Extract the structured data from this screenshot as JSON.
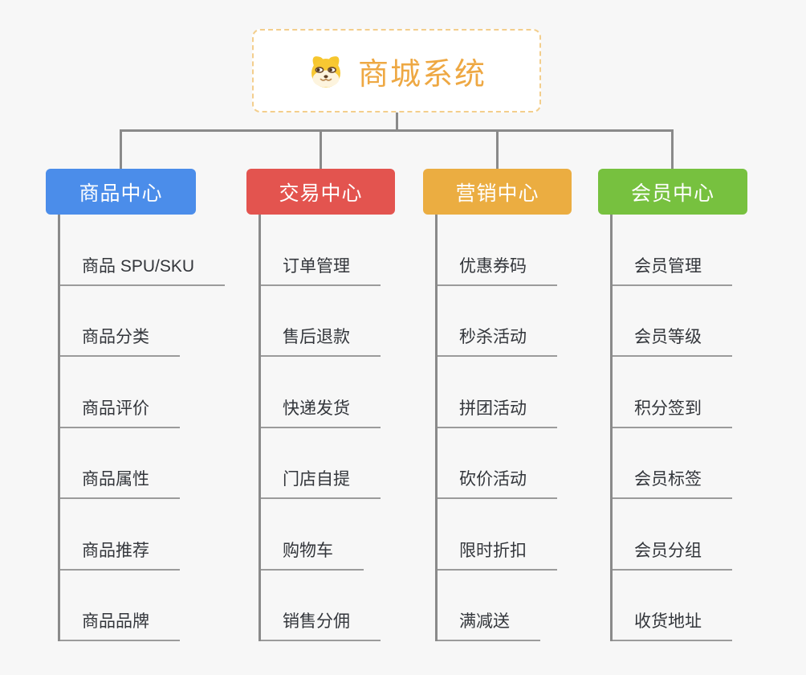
{
  "root": {
    "title": "商城系统",
    "icon": "shiba-dog-icon"
  },
  "branches": [
    {
      "id": "product-center",
      "label": "商品中心",
      "color": "#4B8DEA",
      "children": [
        "商品 SPU/SKU",
        "商品分类",
        "商品评价",
        "商品属性",
        "商品推荐",
        "商品品牌"
      ]
    },
    {
      "id": "trade-center",
      "label": "交易中心",
      "color": "#E3544F",
      "children": [
        "订单管理",
        "售后退款",
        "快递发货",
        "门店自提",
        "购物车",
        "销售分佣"
      ]
    },
    {
      "id": "marketing-center",
      "label": "营销中心",
      "color": "#EBAD41",
      "children": [
        "优惠券码",
        "秒杀活动",
        "拼团活动",
        "砍价活动",
        "限时折扣",
        "满减送"
      ]
    },
    {
      "id": "member-center",
      "label": "会员中心",
      "color": "#77C13F",
      "children": [
        "会员管理",
        "会员等级",
        "积分签到",
        "会员标签",
        "会员分组",
        "收货地址"
      ]
    }
  ],
  "colors": {
    "background": "#F7F7F7",
    "connector": "#8A8A8A",
    "leaf_underline": "#9B9B9B",
    "leaf_text": "#33363B",
    "root_accent": "#EEA843",
    "root_border": "#F3CE8C"
  }
}
